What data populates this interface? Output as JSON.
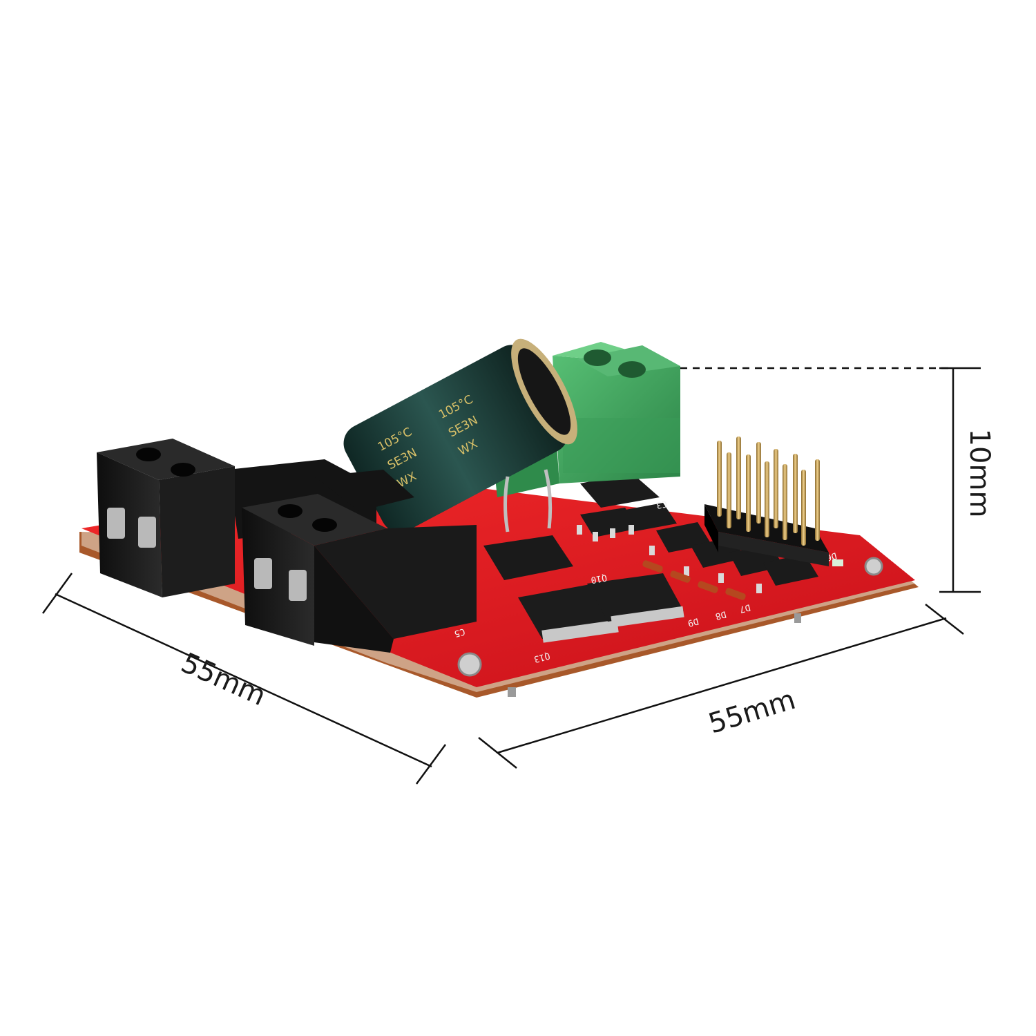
{
  "dimensions": {
    "left_width": "55mm",
    "right_depth": "55mm",
    "height": "10mm"
  },
  "capacitor_marking": {
    "line_1": "105°C",
    "line_2": "SE3N",
    "line_3": "WX"
  },
  "silkscreen": {
    "label_q10": "Q10",
    "label_q13": "Q13",
    "label_c3": "C3",
    "label_c5": "C5",
    "label_d9": "D9",
    "label_d8": "D8",
    "label_d7": "D7",
    "label_d6": "D6"
  },
  "colors": {
    "pcb_red": "#e2141b",
    "terminal_black": "#1c1c1c",
    "terminal_green": "#3fa65e",
    "capacitor_teal": "#1d3d39",
    "pin_gold": "#c9a25a",
    "dimension_line": "#111111"
  }
}
